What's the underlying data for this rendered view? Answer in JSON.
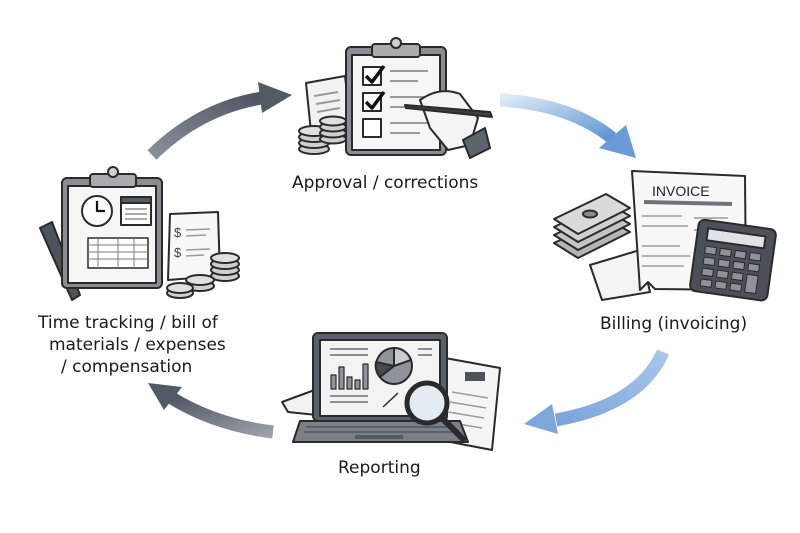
{
  "diagram": {
    "type": "cycle",
    "direction": "clockwise",
    "steps": [
      {
        "id": "approval",
        "label": "Approval / corrections",
        "icon": "clipboard-checklist-icon"
      },
      {
        "id": "billing",
        "label": "Billing (invoicing)",
        "icon": "invoice-calculator-icon",
        "icon_text": "INVOICE"
      },
      {
        "id": "reporting",
        "label": "Reporting",
        "icon": "laptop-report-icon"
      },
      {
        "id": "tracking",
        "label_lines": [
          "Time tracking / bill of",
          "materials / expenses",
          "/ compensation"
        ],
        "icon": "clipboard-timesheet-icon",
        "icon_text": [
          "$",
          "$"
        ]
      }
    ],
    "arrows": [
      {
        "from": "tracking",
        "to": "approval",
        "color": "#5f6672"
      },
      {
        "from": "approval",
        "to": "billing",
        "color": "#6c9bd6"
      },
      {
        "from": "billing",
        "to": "reporting",
        "color": "#7ea8dc"
      },
      {
        "from": "reporting",
        "to": "tracking",
        "color": "#5f6672"
      }
    ]
  }
}
